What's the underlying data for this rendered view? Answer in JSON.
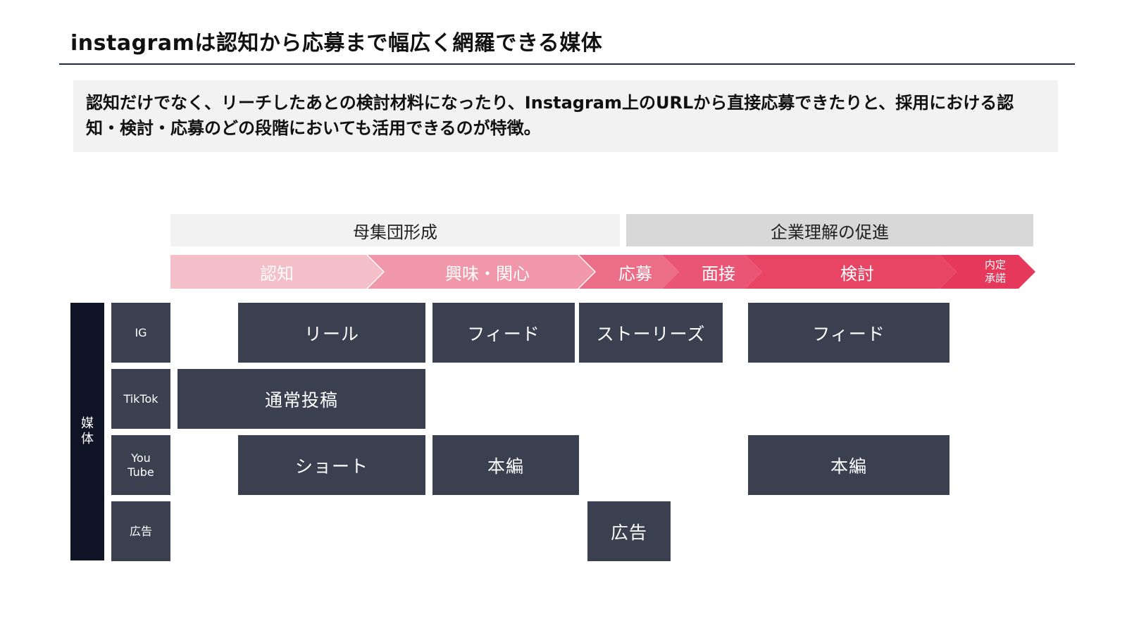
{
  "title": "instagramは認知から応募まで幅広く網羅できる媒体",
  "summary": "認知だけでなく、リーチしたあとの検討材料になったり、Instagram上のURLから直接応募できたりと、採用における認知・検討・応募のどの段階においても活用できるのが特徴。",
  "phases": [
    "母集団形成",
    "企業理解の促進"
  ],
  "stages": [
    {
      "label": "認知",
      "color": "#f5bfca"
    },
    {
      "label": "興味・関心",
      "color": "#f098a9"
    },
    {
      "label": "応募",
      "color": "#ec6d88"
    },
    {
      "label": "面接",
      "color": "#ea5575"
    },
    {
      "label": "検討",
      "color": "#e84565"
    },
    {
      "label_line1": "内定",
      "label_line2": "承諾",
      "color": "#e5385b"
    }
  ],
  "media_header": [
    "媒",
    "体"
  ],
  "media_rows": [
    {
      "label": "IG"
    },
    {
      "label": "TikTok"
    },
    {
      "label_line1": "You",
      "label_line2": "Tube"
    },
    {
      "label": "広告"
    }
  ],
  "cells": {
    "ig_reel": "リール",
    "ig_feed_1": "フィード",
    "ig_stories": "ストーリーズ",
    "ig_feed_2": "フィード",
    "tiktok_post": "通常投稿",
    "youtube_short": "ショート",
    "youtube_main_1": "本編",
    "youtube_main_2": "本編",
    "ad": "広告"
  }
}
